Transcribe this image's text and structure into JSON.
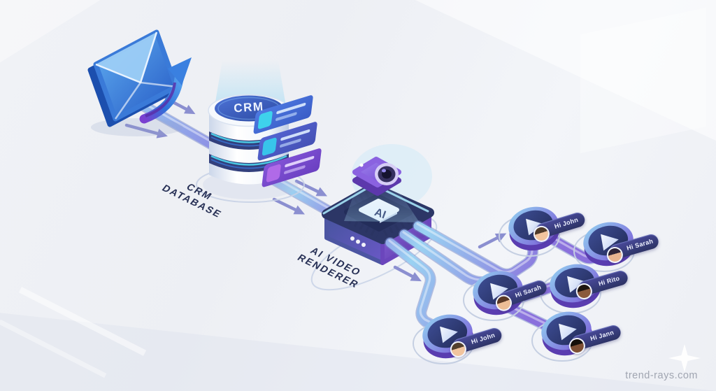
{
  "watermark": "trend-rays.com",
  "flow": {
    "source": "email",
    "stage_1": "CRM Database",
    "stage_2": "AI Video Renderer",
    "outputs": "six personalized video messages with name tags"
  },
  "crm": {
    "disk_label": "CRM",
    "label_line1": "CRM",
    "label_line2": "DATABASE"
  },
  "renderer": {
    "chip_label": "AI",
    "label_line1": "AI VIDEO",
    "label_line2": "RENDERER"
  },
  "videos": [
    {
      "label": "Hi John",
      "avatar": "man-light-skin",
      "skin": "#f1c49e",
      "hair": "#4e3a2a"
    },
    {
      "label": "Hi Sarah",
      "avatar": "woman-dark-hair",
      "skin": "#e8b490",
      "hair": "#2e2438"
    },
    {
      "label": "Hi Sarah",
      "avatar": "woman-brown-hair",
      "skin": "#edbd96",
      "hair": "#5a3826"
    },
    {
      "label": "Hi Rito",
      "avatar": "man-dark-skin",
      "skin": "#8a5a3c",
      "hair": "#1d1410"
    },
    {
      "label": "Hi John",
      "avatar": "man-light-skin",
      "skin": "#f1c49e",
      "hair": "#53402e"
    },
    {
      "label": "Hi Jann",
      "avatar": "man-dark-skin",
      "skin": "#7d4f34",
      "hair": "#16100a"
    }
  ],
  "colors": {
    "background": "#eef0f4",
    "tube_cyan": "#9ad8f4",
    "tube_purple": "#8a74dc",
    "accent_blue": "#3a7ae0",
    "box_navy": "#2c3666",
    "box_purple": "#8c64e0",
    "label_navy": "#273055",
    "pill_indigo": "#343a74",
    "card_cyan": "#3ed2ec"
  }
}
